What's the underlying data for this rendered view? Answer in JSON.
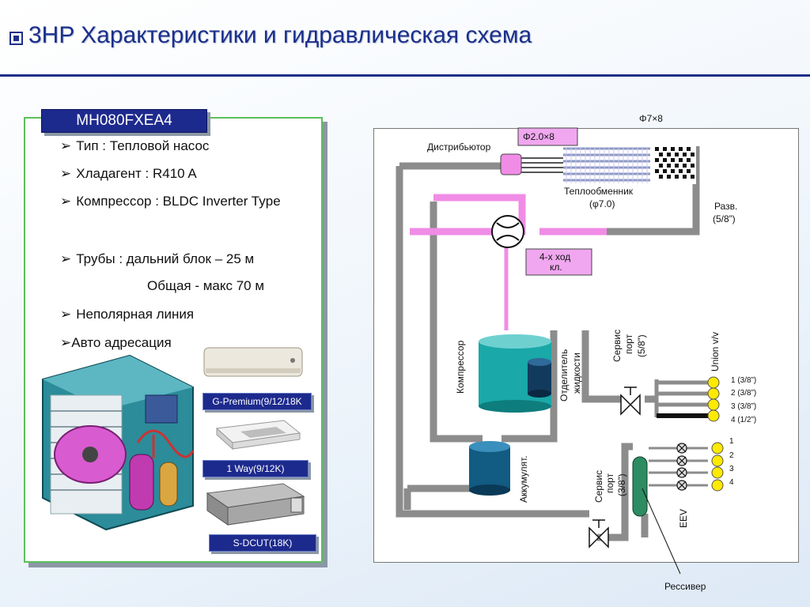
{
  "title": "3HP Характеристики и гидравлическая схема",
  "model": "MH080FXEA4",
  "specs": {
    "type": "Тип : Тепловой насос",
    "refrigerant": "Хладагент : R410 A",
    "compressor": "Компрессор : BLDC Inverter Type",
    "pipes_1": "Трубы :  дальний блок – 25 м",
    "pipes_2": "Общая  -  макс 70 м",
    "nonpolar": "Неполярная линия",
    "auto": "Авто адресация"
  },
  "indoor_units": [
    {
      "label": "G-Premium(9/12/18K"
    },
    {
      "label": "1 Way(9/12K)"
    },
    {
      "label": "S-DCUT(18K)"
    }
  ],
  "diagram": {
    "phi7x8": "Φ7×8",
    "phi2": "Φ2.0×8",
    "distributor": "Дистрибьютор",
    "hx_1": "Теплообменник",
    "hx_2": "(φ7.0)",
    "razv_1": "Разв.",
    "razv_2": "(5/8”)",
    "valve4_1": "4-х ход",
    "valve4_2": "кл.",
    "compressor": "Компрессор",
    "separator_1": "Отделитель",
    "separator_2": "жидкости",
    "accumulator": "Аккумулят.",
    "service_top_1": "Сервис",
    "service_top_2": "порт",
    "service_top_3": "(5/8”)",
    "union": "Union v/v",
    "service_bot_1": "Сервис",
    "service_bot_2": "порт",
    "service_bot_3": "(3/8”)",
    "eev": "EEV",
    "receiver": "Рессивер",
    "ports_gas": [
      "1 (3/8”)",
      "2 (3/8”)",
      "3 (3/8”)",
      "4 (1/2”)"
    ],
    "ports_liquid": [
      "1",
      "2",
      "3",
      "4"
    ]
  },
  "colors": {
    "title": "#1c2f8a",
    "tag": "#1d2a8d",
    "pipe": "#8c8c8c",
    "pink": "#f08ce6",
    "yellow": "#ffea00"
  }
}
